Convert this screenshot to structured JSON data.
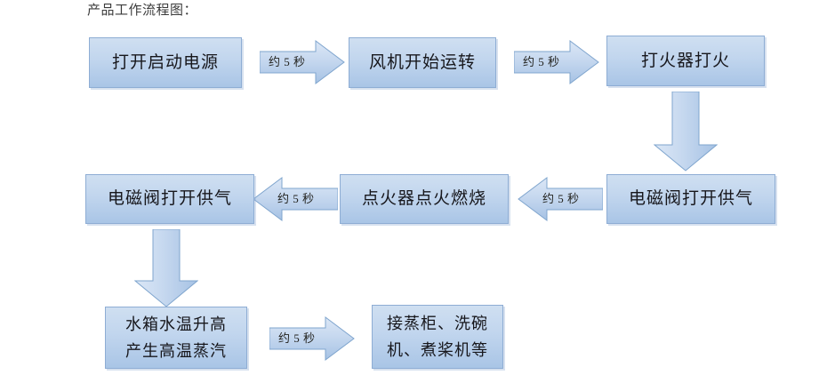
{
  "page": {
    "title": "产品工作流程图："
  },
  "diagram": {
    "type": "flowchart",
    "arrow_label_default": "约 5 秒",
    "colors": {
      "box_fill_top": "#cfdff1",
      "box_fill_bottom": "#a9c5e6",
      "box_border": "#8eadd4",
      "arrow_fill_top": "#d3e1f3",
      "arrow_fill_bottom": "#a9c5e6",
      "arrow_border": "#7fa5ce",
      "text": "#17171c"
    },
    "nodes": [
      {
        "id": "n1",
        "label": "打开启动电源"
      },
      {
        "id": "n2",
        "label": "风机开始运转"
      },
      {
        "id": "n3",
        "label": "打火器打火"
      },
      {
        "id": "n4",
        "label": "电磁阀打开供气"
      },
      {
        "id": "n5",
        "label": "点火器点火燃烧"
      },
      {
        "id": "n6",
        "label": "电磁阀打开供气"
      },
      {
        "id": "n7",
        "label": "水箱水温升高\n产生高温蒸汽"
      },
      {
        "id": "n8",
        "label": "接蒸柜、洗碗\n机、煮桨机等"
      }
    ],
    "connectors": [
      {
        "id": "c1",
        "from": "n1",
        "to": "n2",
        "direction": "right",
        "label": "约 5 秒"
      },
      {
        "id": "c2",
        "from": "n2",
        "to": "n3",
        "direction": "right",
        "label": "约 5 秒"
      },
      {
        "id": "c3",
        "from": "n3",
        "to": "n4",
        "direction": "down",
        "label": ""
      },
      {
        "id": "c4",
        "from": "n4",
        "to": "n5",
        "direction": "left",
        "label": "约 5 秒"
      },
      {
        "id": "c5",
        "from": "n5",
        "to": "n6",
        "direction": "left",
        "label": "约 5 秒"
      },
      {
        "id": "c6",
        "from": "n6",
        "to": "n7",
        "direction": "down",
        "label": ""
      },
      {
        "id": "c7",
        "from": "n7",
        "to": "n8",
        "direction": "right",
        "label": "约 5 秒"
      }
    ]
  }
}
